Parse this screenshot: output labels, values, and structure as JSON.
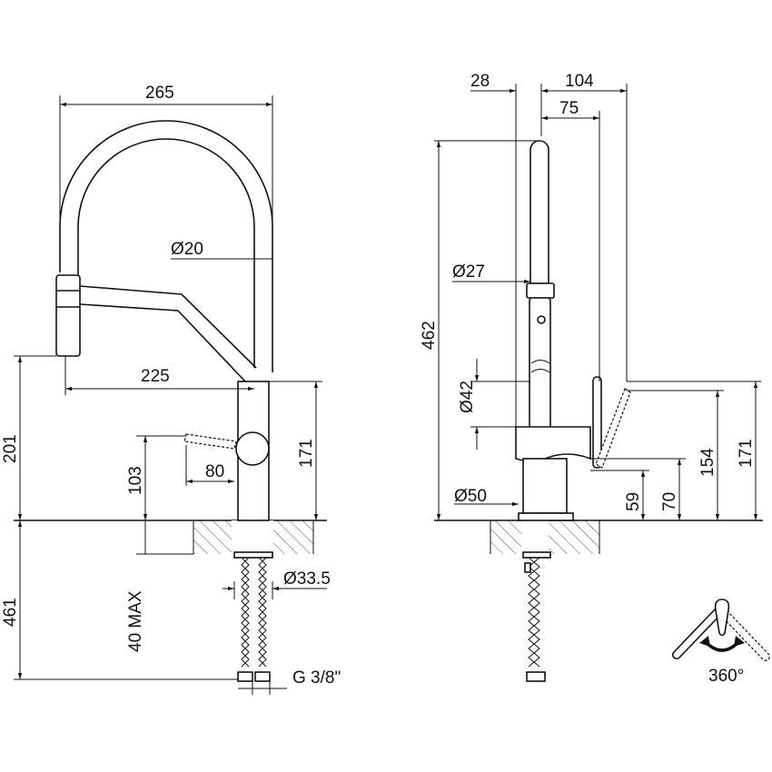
{
  "side_view": {
    "width_total": "265",
    "spout_diameter": "Ø20",
    "spout_reach": "225",
    "lever_length": "80",
    "spray_height": "201",
    "lever_height": "103",
    "body_height": "171",
    "hose_length": "461",
    "max_thickness": "40 MAX",
    "hole_diameter": "Ø33.5",
    "connection": "G 3/8\""
  },
  "front_view": {
    "offset": "28",
    "depth_total": "104",
    "lever_offset": "75",
    "total_height": "462",
    "spout_diameter": "Ø27",
    "body_diameter": "Ø42",
    "base_diameter": "Ø50",
    "height_59": "59",
    "height_70": "70",
    "height_154": "154",
    "height_171": "171"
  },
  "rotation": {
    "label": "360°"
  }
}
